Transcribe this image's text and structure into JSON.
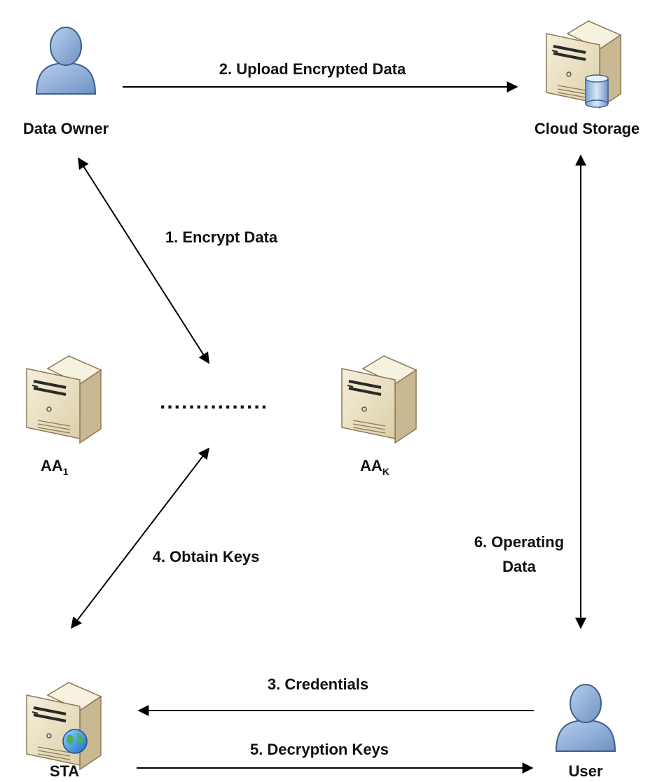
{
  "nodes": {
    "data_owner": {
      "label": "Data Owner"
    },
    "cloud_storage": {
      "label": "Cloud Storage"
    },
    "aa1": {
      "label": "AA",
      "subscript": "1"
    },
    "aak": {
      "label": "AA",
      "subscript": "K"
    },
    "sta": {
      "label": "STA"
    },
    "user": {
      "label": "User"
    }
  },
  "edges": {
    "upload": {
      "label": "2. Upload Encrypted Data"
    },
    "encrypt": {
      "label": "1. Encrypt Data"
    },
    "obtain": {
      "label": "4. Obtain Keys"
    },
    "operating": {
      "line1": "6. Operating",
      "line2": "Data"
    },
    "credentials": {
      "label": "3. Credentials"
    },
    "decryption": {
      "label": "5. Decryption Keys"
    }
  },
  "ellipsis": "...............",
  "colors": {
    "person_fill": "#8fb0d8",
    "person_stroke": "#3f5f8a",
    "server_front": "#efe6cd",
    "server_side": "#c9b891",
    "server_top": "#f7f1e0",
    "arrow": "#000000"
  }
}
